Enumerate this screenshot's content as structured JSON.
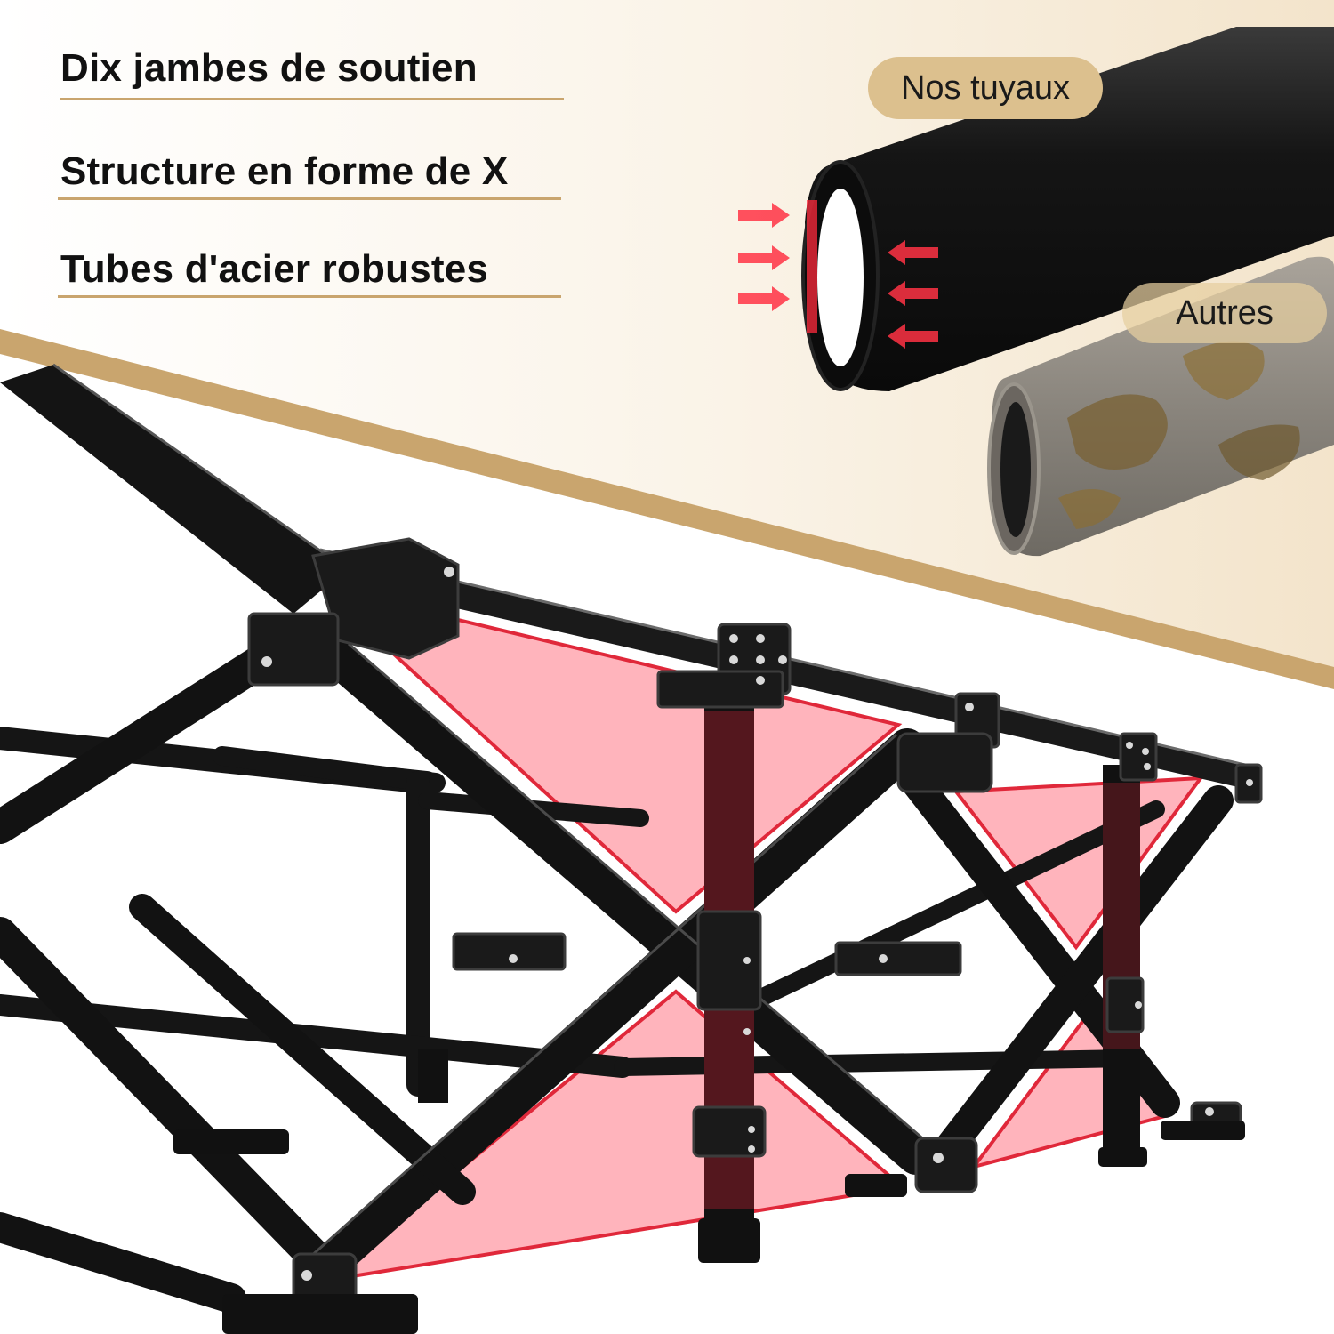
{
  "features": [
    "Dix jambes de soutien",
    "Structure en forme de X",
    "Tubes d'acier robustes"
  ],
  "comparison": {
    "ours_label": "Nos tuyaux",
    "others_label": "Autres"
  },
  "colors": {
    "gold_accent": "#c9a56e",
    "pill_gold": "#dcc08e",
    "highlight_red": "#e0283a",
    "frame_black": "#141414",
    "background_cream": "#f8efe0"
  }
}
